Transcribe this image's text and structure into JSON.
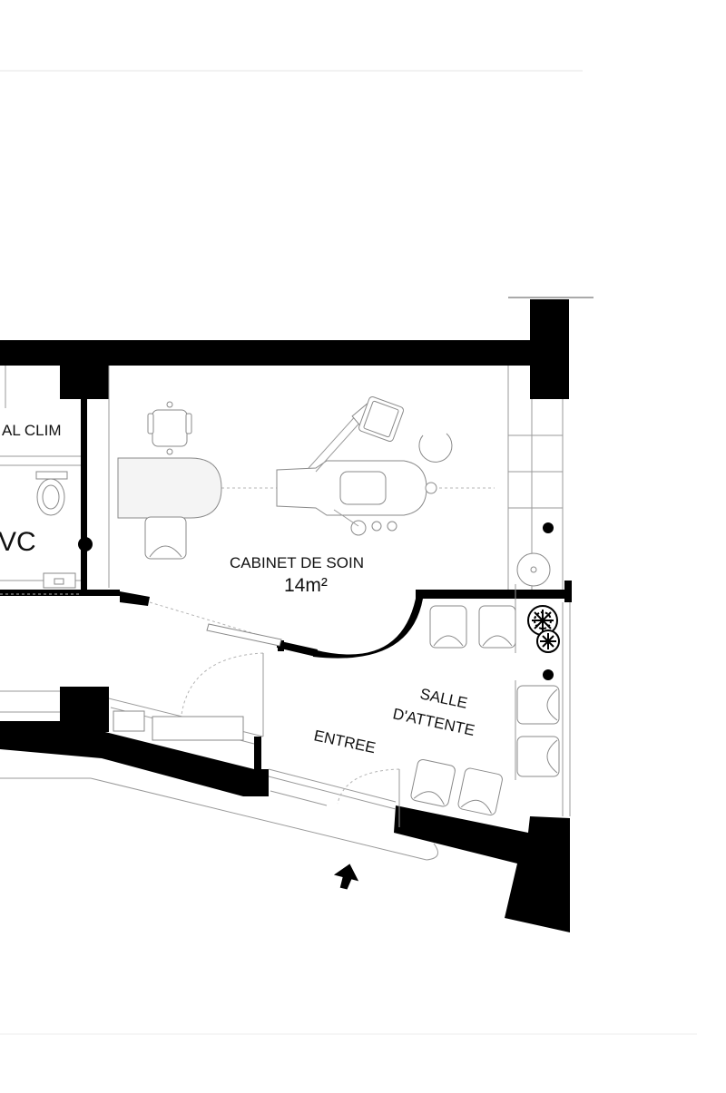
{
  "labels": {
    "clim": "AL  CLIM",
    "wc": "VC",
    "cabinet_title": "CABINET DE SOIN",
    "cabinet_area": "14m²",
    "salle_line1": "SALLE",
    "salle_line2": "D'ATTENTE",
    "entree": "ENTREE"
  },
  "colors": {
    "wall": "#000000",
    "furniture_stroke": "#8a8a8a",
    "background": "#ffffff"
  },
  "icons": {
    "entrance_arrow": "up-arrow-icon",
    "plant": "plant-icon"
  }
}
